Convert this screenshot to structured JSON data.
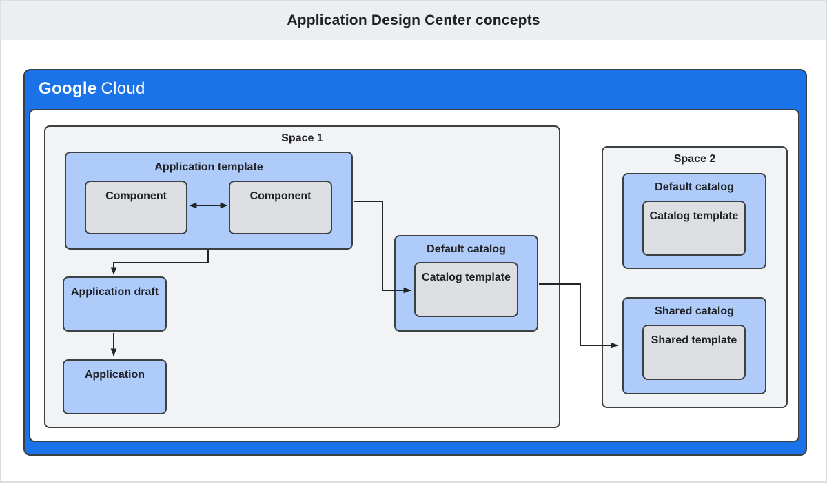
{
  "header": {
    "title": "Application Design Center concepts"
  },
  "brand": {
    "google": "Google",
    "cloud": "Cloud"
  },
  "colors": {
    "frame_blue": "#1a73e8",
    "box_blue": "#aecbfa",
    "box_gray": "#dcdee1",
    "space_gray": "#f2f3f5",
    "border_dark": "#3c4043",
    "header_bg": "#eceff1",
    "text_dark": "#202124"
  },
  "space1": {
    "label": "Space 1",
    "application_template": {
      "label": "Application template",
      "components": [
        "Component",
        "Component"
      ]
    },
    "application_draft": {
      "label": "Application draft"
    },
    "application": {
      "label": "Application"
    },
    "default_catalog": {
      "label": "Default catalog",
      "catalog_template": {
        "label": "Catalog template"
      }
    }
  },
  "space2": {
    "label": "Space 2",
    "default_catalog": {
      "label": "Default catalog",
      "catalog_template": {
        "label": "Catalog template"
      }
    },
    "shared_catalog": {
      "label": "Shared catalog",
      "shared_template": {
        "label": "Shared template"
      }
    }
  },
  "connectors": [
    {
      "from": "component-1",
      "to": "component-2",
      "bidirectional": true
    },
    {
      "from": "application-template",
      "to": "application-draft",
      "bidirectional": false
    },
    {
      "from": "application-draft",
      "to": "application",
      "bidirectional": false
    },
    {
      "from": "application-template",
      "to": "space1-catalog-template",
      "bidirectional": false
    },
    {
      "from": "space1-default-catalog",
      "to": "shared-catalog",
      "bidirectional": false
    }
  ]
}
